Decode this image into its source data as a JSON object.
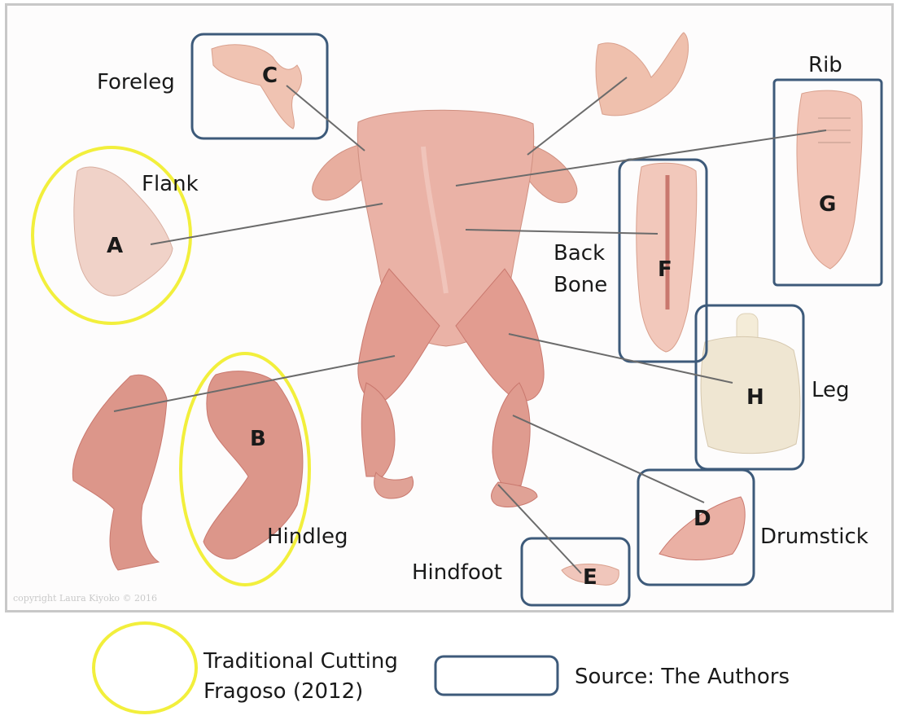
{
  "colors": {
    "traditional_outline": "#f2ef3c",
    "authors_outline": "#3d5a7a",
    "meat": "#e6a49a",
    "meat_dark": "#c9786e",
    "bone": "#f3ead6",
    "leader_line": "#6b6b6b"
  },
  "labels": {
    "foreleg": "Foreleg",
    "flank": "Flank",
    "rib": "Rib",
    "back_bone_line1": "Back",
    "back_bone_line2": "Bone",
    "leg": "Leg",
    "hindleg": "Hindleg",
    "hindfoot": "Hindfoot",
    "drumstick": "Drumstick"
  },
  "letters": {
    "a": "A",
    "b": "B",
    "c": "C",
    "d": "D",
    "e": "E",
    "f": "F",
    "g": "G",
    "h": "H"
  },
  "copyright": "copyright Laura Kiyoko © 2016",
  "legend": {
    "traditional_line1": "Traditional Cutting",
    "traditional_line2": "Fragoso (2012)",
    "authors": "Source: The Authors"
  }
}
